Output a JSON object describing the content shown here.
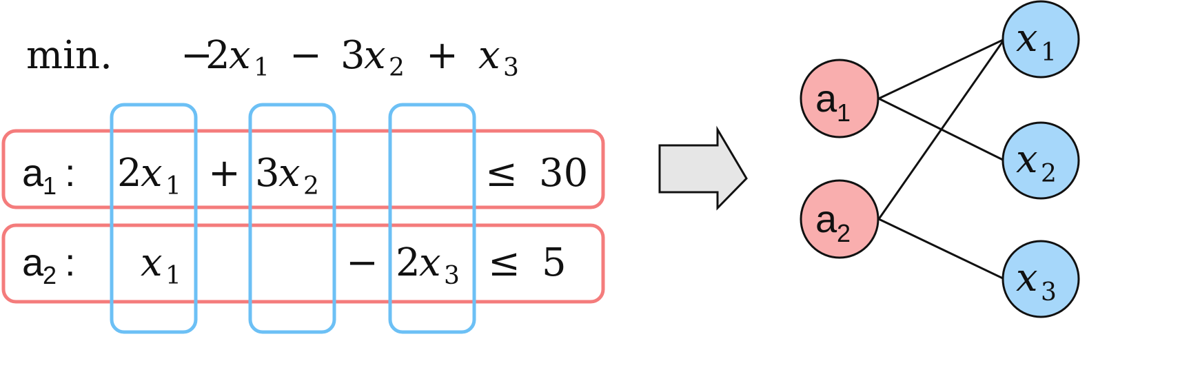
{
  "objective": {
    "label": "min.",
    "terms": [
      {
        "sign": "−",
        "coef": "2",
        "var": "x",
        "sub": "1"
      },
      {
        "sign": "−",
        "coef": "3",
        "var": "x",
        "sub": "2"
      },
      {
        "sign": "+",
        "coef": "",
        "var": "x",
        "sub": "3"
      }
    ]
  },
  "constraints": [
    {
      "name": "a",
      "sub": "1",
      "colon": ":",
      "terms": [
        {
          "sign": "",
          "coef": "2",
          "var": "x",
          "sub": "1"
        },
        {
          "sign": "+",
          "coef": "3",
          "var": "x",
          "sub": "2"
        }
      ],
      "rel": "≤",
      "rhs": "30"
    },
    {
      "name": "a",
      "sub": "2",
      "colon": ":",
      "terms": [
        {
          "sign": "",
          "coef": "",
          "var": "x",
          "sub": "1"
        },
        {
          "sign": "−",
          "coef": "2",
          "var": "x",
          "sub": "3"
        }
      ],
      "rel": "≤",
      "rhs": "5"
    }
  ],
  "graph": {
    "constraint_nodes": [
      {
        "name": "a",
        "sub": "1"
      },
      {
        "name": "a",
        "sub": "2"
      }
    ],
    "variable_nodes": [
      {
        "var": "x",
        "sub": "1"
      },
      {
        "var": "x",
        "sub": "2"
      },
      {
        "var": "x",
        "sub": "3"
      }
    ],
    "edges": [
      {
        "from": "a1",
        "to": "x1"
      },
      {
        "from": "a1",
        "to": "x2"
      },
      {
        "from": "a2",
        "to": "x1"
      },
      {
        "from": "a2",
        "to": "x3"
      }
    ]
  },
  "colors": {
    "constraint_box": "#f47c7c",
    "variable_box": "#6cc0f5",
    "constraint_node_fill": "#f9aeae",
    "variable_node_fill": "#a6d7fa",
    "arrow_fill": "#e6e6e6",
    "ink": "#111111"
  }
}
